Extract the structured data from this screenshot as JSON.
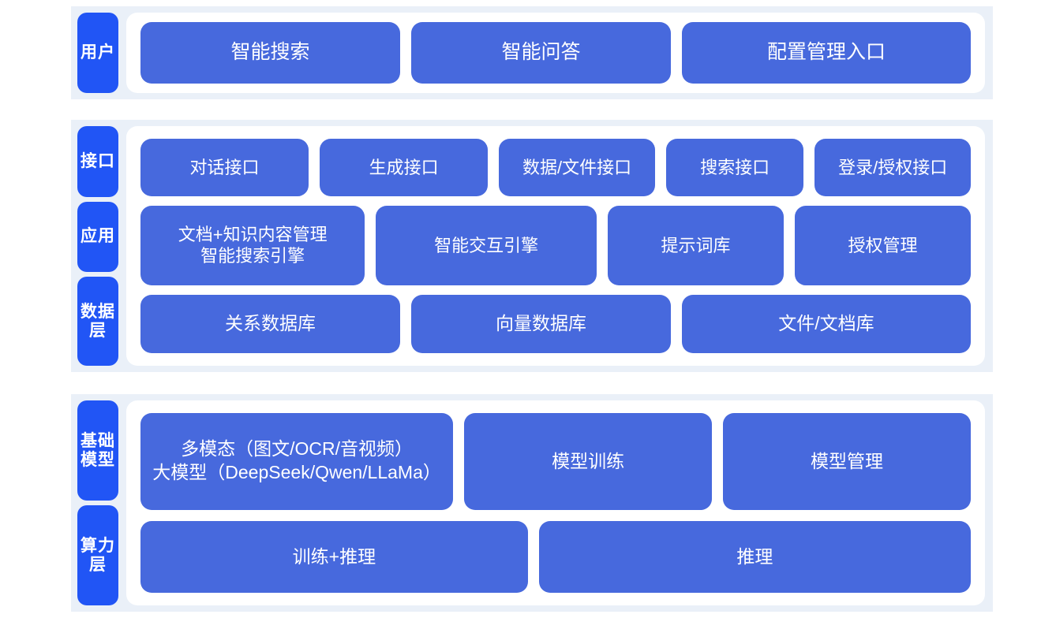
{
  "colors": {
    "page_background": "#ffffff",
    "band_background": "#eaf0f8",
    "panel_background": "#ffffff",
    "chip_blue": "#2155f5",
    "node_blue": "#4769dd",
    "text_white": "#ffffff"
  },
  "sections": [
    {
      "id": "user",
      "labels": [
        "用户"
      ],
      "rows": [
        {
          "id": "user-entries",
          "nodes": [
            {
              "label": "智能搜索",
              "flex": 1
            },
            {
              "label": "智能问答",
              "flex": 1
            },
            {
              "label": "配置管理入口",
              "flex": 1.12
            }
          ]
        }
      ]
    },
    {
      "id": "middle",
      "labels": [
        "接口",
        "应用",
        "数据层"
      ],
      "rows": [
        {
          "id": "interface",
          "nodes": [
            {
              "label": "对话接口",
              "flex": 1
            },
            {
              "label": "生成接口",
              "flex": 1
            },
            {
              "label": "数据/文件接口",
              "flex": 0.92
            },
            {
              "label": "搜索接口",
              "flex": 0.8
            },
            {
              "label": "登录/授权接口",
              "flex": 0.92
            }
          ]
        },
        {
          "id": "app",
          "nodes": [
            {
              "label": "文档+知识内容管理\n智能搜索引擎",
              "flex": 1.12
            },
            {
              "label": "智能交互引擎",
              "flex": 1.1
            },
            {
              "label": "提示词库",
              "flex": 0.86
            },
            {
              "label": "授权管理",
              "flex": 0.86
            }
          ]
        },
        {
          "id": "data",
          "nodes": [
            {
              "label": "关系数据库",
              "flex": 1
            },
            {
              "label": "向量数据库",
              "flex": 1
            },
            {
              "label": "文件/文档库",
              "flex": 1.12
            }
          ]
        }
      ]
    },
    {
      "id": "bottom",
      "labels": [
        "基础模型",
        "算力层"
      ],
      "rows": [
        {
          "id": "model",
          "nodes": [
            {
              "label": "多模态（图文/OCR/音视频）\n大模型（DeepSeek/Qwen/LLaMa）",
              "flex": 1.28
            },
            {
              "label": "模型训练",
              "flex": 1
            },
            {
              "label": "模型管理",
              "flex": 1
            }
          ]
        },
        {
          "id": "compute",
          "nodes": [
            {
              "label": "训练+推理",
              "flex": 1
            },
            {
              "label": "推理",
              "flex": 1.12
            }
          ]
        }
      ]
    }
  ]
}
